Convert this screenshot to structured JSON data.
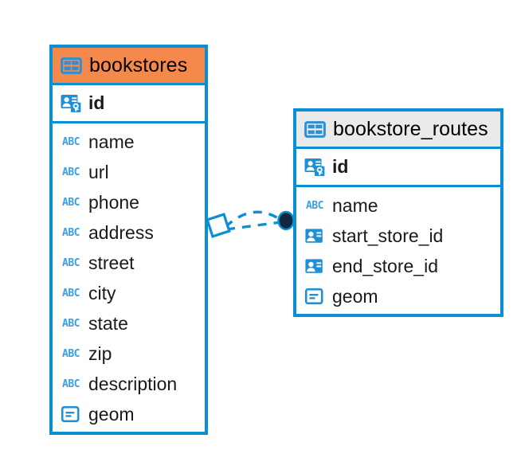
{
  "diagram": {
    "type": "entity-relationship-diagram",
    "background": "#ffffff",
    "accent_color": "#0b8fd4",
    "highlight_color": "#f5884b",
    "entities": [
      {
        "name": "bookstores",
        "header_icon": "table-icon",
        "header_style": "orange",
        "primary_key": {
          "label": "id",
          "icon": "primary-key-icon",
          "type": "key"
        },
        "fields": [
          {
            "label": "name",
            "icon": "abc-icon",
            "type": "text"
          },
          {
            "label": "url",
            "icon": "abc-icon",
            "type": "text"
          },
          {
            "label": "phone",
            "icon": "abc-icon",
            "type": "text"
          },
          {
            "label": "address",
            "icon": "abc-icon",
            "type": "text"
          },
          {
            "label": "street",
            "icon": "abc-icon",
            "type": "text"
          },
          {
            "label": "city",
            "icon": "abc-icon",
            "type": "text"
          },
          {
            "label": "state",
            "icon": "abc-icon",
            "type": "text"
          },
          {
            "label": "zip",
            "icon": "abc-icon",
            "type": "text"
          },
          {
            "label": "description",
            "icon": "abc-icon",
            "type": "text"
          },
          {
            "label": "geom",
            "icon": "geometry-icon",
            "type": "geometry"
          }
        ]
      },
      {
        "name": "bookstore_routes",
        "header_icon": "table-icon",
        "header_style": "gray",
        "primary_key": {
          "label": "id",
          "icon": "primary-key-icon",
          "type": "key"
        },
        "fields": [
          {
            "label": "name",
            "icon": "abc-icon",
            "type": "text"
          },
          {
            "label": "start_store_id",
            "icon": "foreign-key-icon",
            "type": "reference"
          },
          {
            "label": "end_store_id",
            "icon": "foreign-key-icon",
            "type": "reference"
          },
          {
            "label": "geom",
            "icon": "geometry-icon",
            "type": "geometry"
          }
        ]
      }
    ],
    "relationship": {
      "name": "bookstores-to-bookstore-routes",
      "line_style": "dashed",
      "line_color": "#0b8fd4",
      "source_endpoint": "diamond-endpoint",
      "target_endpoint": "circle-endpoint",
      "target_color": "#12263f"
    }
  },
  "abc_glyph": "ABC"
}
